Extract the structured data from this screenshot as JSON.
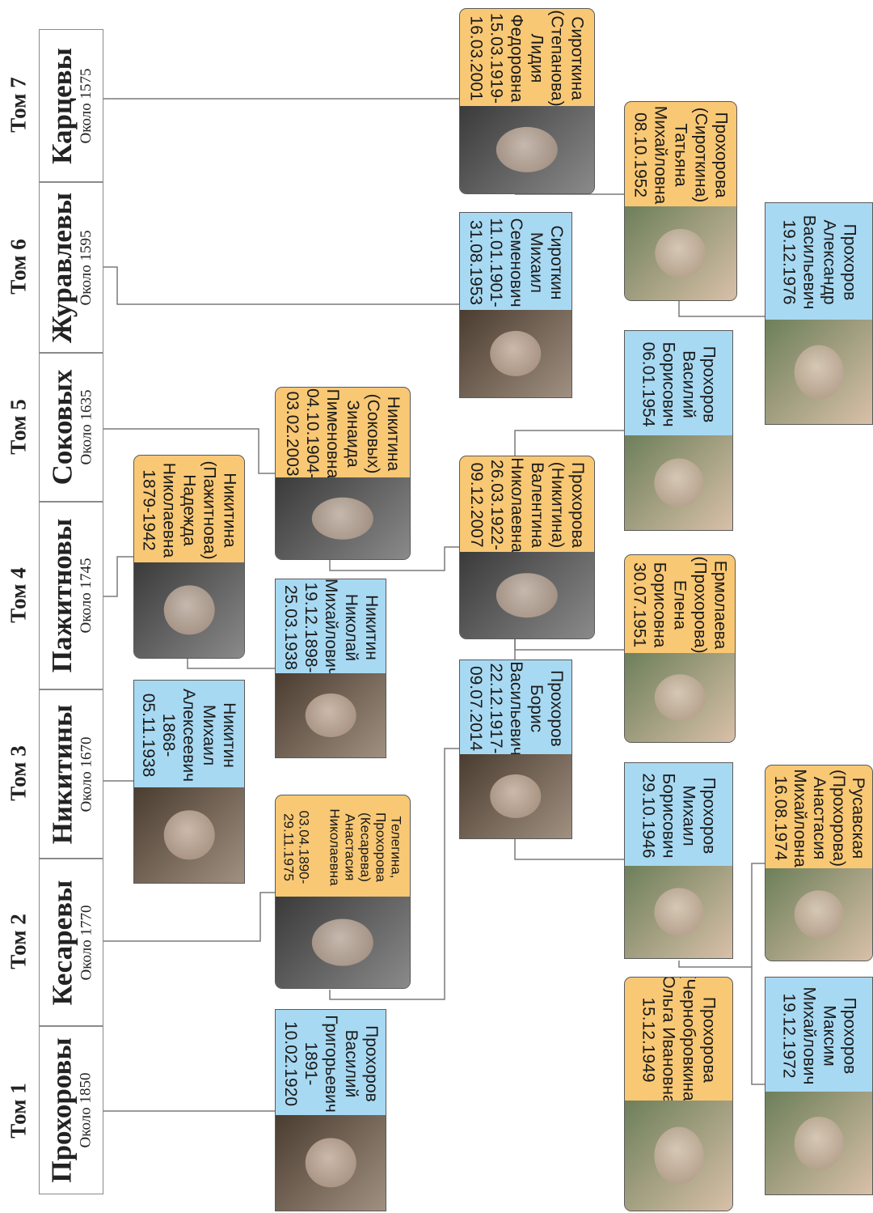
{
  "volumes": [
    {
      "tom": "Том 1",
      "family": "Прохоровы",
      "date": "Около 1850"
    },
    {
      "tom": "Том 2",
      "family": "Кесаревы",
      "date": "Около 1770"
    },
    {
      "tom": "Том 3",
      "family": "Никитины",
      "date": "Около 1670"
    },
    {
      "tom": "Том 4",
      "family": "Пажитновы",
      "date": "Около 1745"
    },
    {
      "tom": "Том 5",
      "family": "Соковых",
      "date": "Около 1635"
    },
    {
      "tom": "Том 6",
      "family": "Журавлевы",
      "date": "Около 1595"
    },
    {
      "tom": "Том 7",
      "family": "Карцевы",
      "date": "Около 1575"
    }
  ],
  "people": [
    {
      "id": "p1",
      "gender": "male",
      "lines": [
        "Прохоров",
        "Василий",
        "Григорьевич",
        "1891-",
        "10.02.1920"
      ]
    },
    {
      "id": "p2",
      "gender": "female",
      "lines": [
        "Телегина,",
        "Прохорова",
        "(Кесарева)",
        "Анастасия",
        "Николаевна",
        "",
        "03.04.1890-",
        "29.11.1975"
      ]
    },
    {
      "id": "p3",
      "gender": "male",
      "lines": [
        "Никитин",
        "Михаил",
        "Алексеевич",
        "1868-",
        "05.11.1938"
      ]
    },
    {
      "id": "p4",
      "gender": "female",
      "lines": [
        "Никитина",
        "(Пажитнова)",
        "Надежда",
        "Николаевна",
        "1879-1942"
      ]
    },
    {
      "id": "p5",
      "gender": "male",
      "lines": [
        "Никитин",
        "Николай",
        "Михайлович",
        "19.12.1898-",
        "25.03.1938"
      ]
    },
    {
      "id": "p6",
      "gender": "female",
      "lines": [
        "Никитина",
        "(Соковых)",
        "Зинаида",
        "Пименовна",
        "04.10.1904-",
        "03.02.2003"
      ]
    },
    {
      "id": "p7",
      "gender": "male",
      "lines": [
        "Прохоров",
        "Борис",
        "Васильевич",
        "22.12.1917-",
        "09.07.2014"
      ]
    },
    {
      "id": "p8",
      "gender": "female",
      "lines": [
        "Прохорова",
        "(Никитина)",
        "Валентина",
        "Николаевна",
        "26.03.1922-",
        "09.12.2007"
      ]
    },
    {
      "id": "p9",
      "gender": "male",
      "lines": [
        "Сироткин",
        "Михаил",
        "Семенович",
        "11.01.1901-",
        "31.08.1953"
      ]
    },
    {
      "id": "p10",
      "gender": "female",
      "lines": [
        "Сироткина",
        "(Степанова)",
        "Лидия",
        "Федоровна",
        "15.03.1919-",
        "16.03.2001"
      ]
    },
    {
      "id": "p11",
      "gender": "male",
      "lines": [
        "Прохоров",
        "Михаил",
        "Борисович",
        "29.10.1946"
      ]
    },
    {
      "id": "p12",
      "gender": "female",
      "lines": [
        "Ермолаева",
        "(Прохорова)",
        "Елена",
        "Борисовна",
        "30.07.1951"
      ]
    },
    {
      "id": "p13",
      "gender": "male",
      "lines": [
        "Прохоров",
        "Василий",
        "Борисович",
        "06.01.1954"
      ]
    },
    {
      "id": "p14",
      "gender": "female",
      "lines": [
        "Прохорова",
        "(Сироткина)",
        "Татьяна",
        "Михайловна",
        "08.10.1952"
      ]
    },
    {
      "id": "p15",
      "gender": "female",
      "lines": [
        "Прохорова",
        "(Чернобровкина)",
        "Ольга Ивановна",
        "15.12.1949"
      ]
    },
    {
      "id": "p16",
      "gender": "male",
      "lines": [
        "Прохоров",
        "Максим",
        "Михайлович",
        "19.12.1972"
      ]
    },
    {
      "id": "p17",
      "gender": "female",
      "lines": [
        "Русавская",
        "(Прохорова)",
        "Анастасия",
        "Михайловна",
        "16.08.1974"
      ]
    },
    {
      "id": "p18",
      "gender": "male",
      "lines": [
        "Прохоров",
        "Александр",
        "Васильевич",
        "19.12.1976"
      ]
    }
  ],
  "colors": {
    "male": "#a8d9f2",
    "female": "#f9c874",
    "line": "#7a7a7a"
  }
}
